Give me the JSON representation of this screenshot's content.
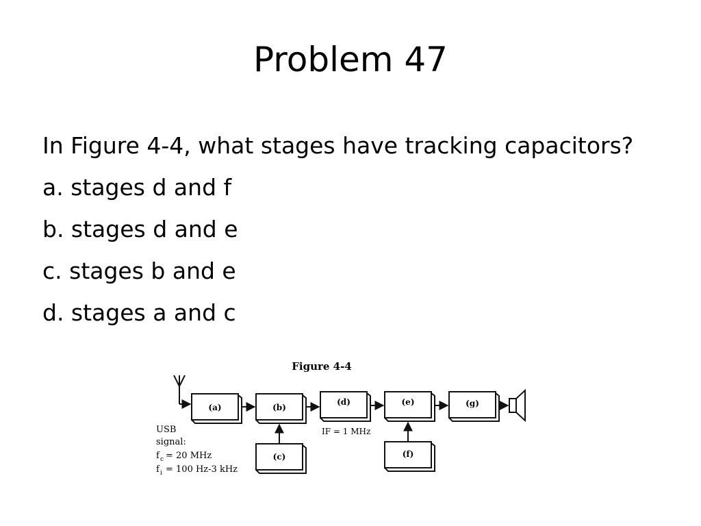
{
  "slide": {
    "title": "Problem 47",
    "question": "In Figure 4-4, what stages have tracking capacitors?",
    "options": [
      "a. stages d and f",
      "b. stages d and e",
      "c. stages b and e",
      "d. stages a and c"
    ]
  },
  "figure": {
    "title": "Figure 4-4",
    "stages": {
      "a": "(a)",
      "b": "(b)",
      "c": "(c)",
      "d": "(d)",
      "e": "(e)",
      "f": "(f)",
      "g": "(g)"
    },
    "if_label": "IF = 1 MHz",
    "signal_lines": [
      "USB",
      "signal:",
      "= 20 MHz",
      "= 100 Hz-3 kHz"
    ],
    "fc_symbol": "f",
    "fc_sub": "c",
    "fi_symbol": "f",
    "fi_sub": "i",
    "icons": [
      "antenna-icon",
      "speaker-icon"
    ]
  }
}
